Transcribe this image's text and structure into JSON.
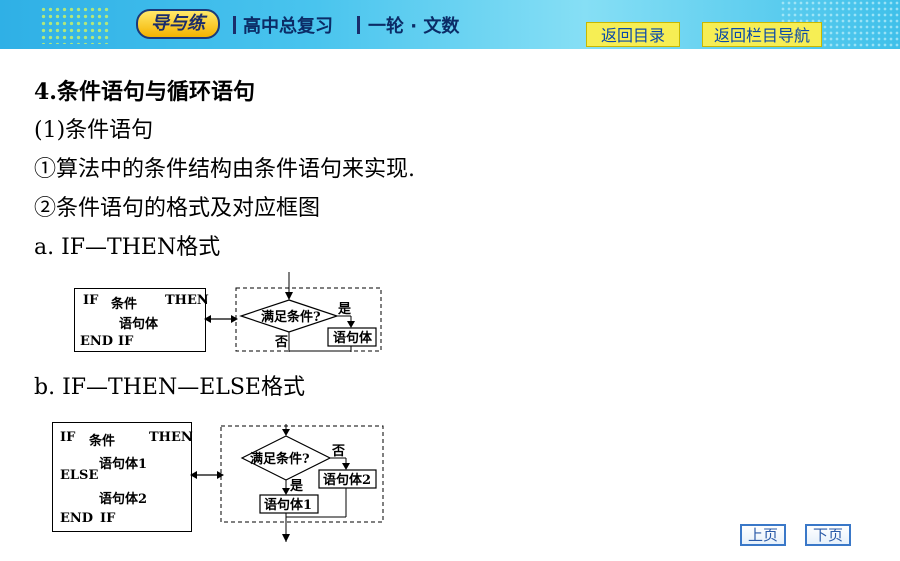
{
  "header": {
    "logo_text": "导与练",
    "title": "高中总复习",
    "subtitle": "一轮 · 文数",
    "nav_back_toc": "返回目录",
    "nav_back_column": "返回栏目导航"
  },
  "content": {
    "heading": "4.条件语句与循环语句",
    "sub1": "(1)条件语句",
    "point1": "①算法中的条件结构由条件语句来实现.",
    "point2": "②条件语句的格式及对应框图",
    "format_a": "a. IF—THEN格式",
    "format_b": "b. IF—THEN—ELSE格式"
  },
  "code_a": {
    "if": "IF",
    "cond": "条件",
    "then": "THEN",
    "body": "语句体",
    "end": "END",
    "endif": "IF"
  },
  "flow_a": {
    "decision": "满足条件?",
    "yes": "是",
    "no": "否",
    "body": "语句体"
  },
  "code_b": {
    "if": "IF",
    "cond": "条件",
    "then": "THEN",
    "body1": "语句体1",
    "else": "ELSE",
    "body2": "语句体2",
    "end": "END",
    "endif": "IF"
  },
  "flow_b": {
    "decision": "满足条件?",
    "yes": "是",
    "no": "否",
    "body1": "语句体1",
    "body2": "语句体2"
  },
  "pager": {
    "prev": "上页",
    "next": "下页"
  }
}
